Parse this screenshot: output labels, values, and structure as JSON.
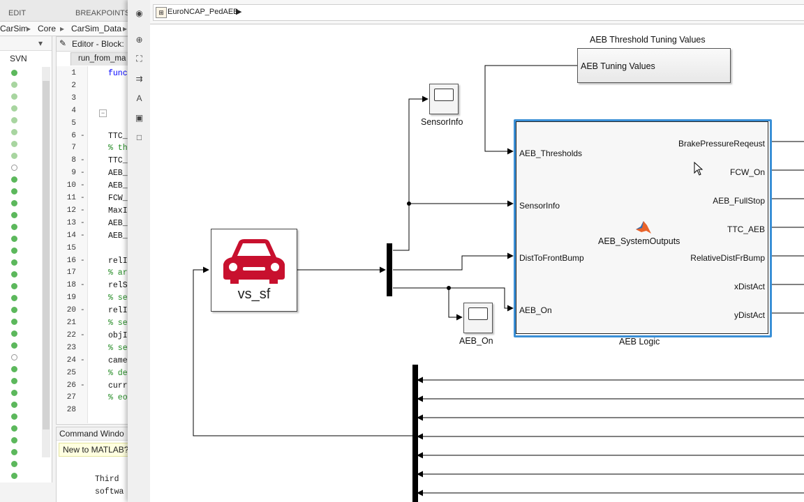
{
  "matlab": {
    "toolstrip": {
      "edit_label": "EDIT",
      "breakpoints_label": "BREAKPOINTS"
    },
    "breadcrumb": [
      "CarSim",
      "Core",
      "CarSim_Data"
    ],
    "svn_header": "SVN",
    "svn_status": [
      "green",
      "lightgreen",
      "lightgreen",
      "lightgreen",
      "lightgreen",
      "lightgreen",
      "lightgreen",
      "lightgreen",
      "empty",
      "green",
      "green",
      "green",
      "green",
      "green",
      "green",
      "green",
      "green",
      "green",
      "green",
      "green",
      "green",
      "green",
      "green",
      "green",
      "empty",
      "green",
      "green",
      "green",
      "green",
      "green",
      "green",
      "green",
      "green",
      "green",
      "green"
    ],
    "editor": {
      "title": "Editor - Block:",
      "tab": "run_from_ma",
      "lines": [
        {
          "n": "1",
          "d": "",
          "t": "func",
          "c": "kw"
        },
        {
          "n": "2",
          "d": "",
          "t": "",
          "c": ""
        },
        {
          "n": "3",
          "d": "",
          "t": "",
          "c": ""
        },
        {
          "n": "4",
          "d": "",
          "t": "",
          "c": ""
        },
        {
          "n": "5",
          "d": "",
          "t": "",
          "c": ""
        },
        {
          "n": "6",
          "d": "-",
          "t": "TTC_",
          "c": ""
        },
        {
          "n": "7",
          "d": "",
          "t": "% th",
          "c": "cm"
        },
        {
          "n": "8",
          "d": "-",
          "t": "TTC_",
          "c": ""
        },
        {
          "n": "9",
          "d": "-",
          "t": "AEB_",
          "c": ""
        },
        {
          "n": "10",
          "d": "-",
          "t": "AEB_",
          "c": ""
        },
        {
          "n": "11",
          "d": "-",
          "t": "FCW_",
          "c": ""
        },
        {
          "n": "12",
          "d": "-",
          "t": "MaxI",
          "c": ""
        },
        {
          "n": "13",
          "d": "-",
          "t": "AEB_",
          "c": ""
        },
        {
          "n": "14",
          "d": "-",
          "t": "AEB_",
          "c": ""
        },
        {
          "n": "15",
          "d": "",
          "t": "",
          "c": ""
        },
        {
          "n": "16",
          "d": "-",
          "t": "relI",
          "c": ""
        },
        {
          "n": "17",
          "d": "",
          "t": "% ar",
          "c": "cm"
        },
        {
          "n": "18",
          "d": "-",
          "t": "relS",
          "c": ""
        },
        {
          "n": "19",
          "d": "",
          "t": "% se",
          "c": "cm"
        },
        {
          "n": "20",
          "d": "-",
          "t": "relI",
          "c": ""
        },
        {
          "n": "21",
          "d": "",
          "t": "% se",
          "c": "cm"
        },
        {
          "n": "22",
          "d": "-",
          "t": "objI",
          "c": ""
        },
        {
          "n": "23",
          "d": "",
          "t": "% se",
          "c": "cm"
        },
        {
          "n": "24",
          "d": "-",
          "t": "came",
          "c": ""
        },
        {
          "n": "25",
          "d": "",
          "t": "% de",
          "c": "cm"
        },
        {
          "n": "26",
          "d": "-",
          "t": "curr",
          "c": ""
        },
        {
          "n": "27",
          "d": "",
          "t": "% eo",
          "c": "cm"
        },
        {
          "n": "28",
          "d": "",
          "t": "",
          "c": ""
        }
      ]
    },
    "command_window": {
      "title": "Command Windo",
      "banner": "New to MATLAB?",
      "text_lines": [
        "Third",
        "softwa"
      ]
    }
  },
  "simulink": {
    "breadcrumb": "EuroNCAP_PedAEB",
    "blocks": {
      "threshold": {
        "title": "AEB Threshold Tuning Values",
        "content": "AEB Tuning Values"
      },
      "scope_sensor": {
        "label": "SensorInfo"
      },
      "scope_aeb": {
        "label": "AEB_On"
      },
      "vehicle": {
        "label": "vs_sf"
      },
      "logic": {
        "center_label": "AEB_SystemOutputs",
        "caption": "AEB Logic",
        "inputs": [
          "AEB_Thresholds",
          "SensorInfo",
          "DistToFrontBump",
          "AEB_On"
        ],
        "outputs": [
          "BrakePressureReqeust",
          "FCW_On",
          "AEB_FullStop",
          "TTC_AEB",
          "RelativeDistFrBump",
          "xDistAct",
          "yDistAct"
        ]
      }
    },
    "colors": {
      "vehicle_red": "#c8102e",
      "selection_blue": "#3a8fd6",
      "matlab_orange": "#e8632b"
    }
  }
}
